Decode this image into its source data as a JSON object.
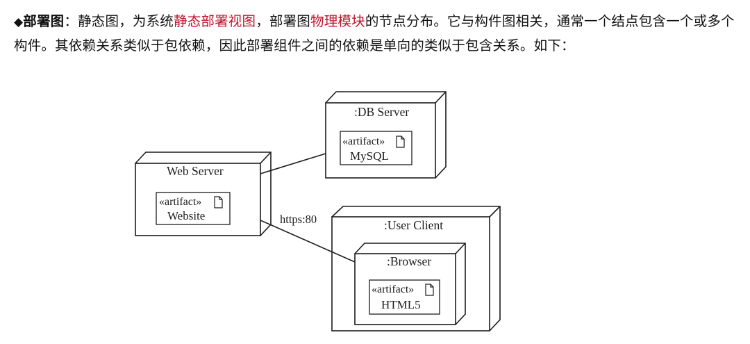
{
  "intro": {
    "bullet": "◆",
    "term": "部署图",
    "t1": "：静态图，为系统",
    "hl1": "静态部署视图",
    "t2": "，部署图",
    "hl2": "物理模块",
    "t3": "的节点分布。它与构件图相关，通常一个结点包含一个或多个构件。其依赖关系类似于包依赖，因此部署组件之间的依赖是单向的类似于包含关系。如下："
  },
  "diagram": {
    "stereotype": "«artifact»",
    "nodes": {
      "web_server": {
        "title": "Web Server",
        "artifact": "Website"
      },
      "db_server": {
        "title": ":DB Server",
        "artifact": "MySQL"
      },
      "user_client": {
        "title": ":User Client"
      },
      "browser": {
        "title": ":Browser",
        "artifact": "HTML5"
      }
    },
    "edge_label": "https:80",
    "colors": {
      "line": "#1c1c1c",
      "background": "#ffffff",
      "highlight": "#c0122c"
    }
  }
}
